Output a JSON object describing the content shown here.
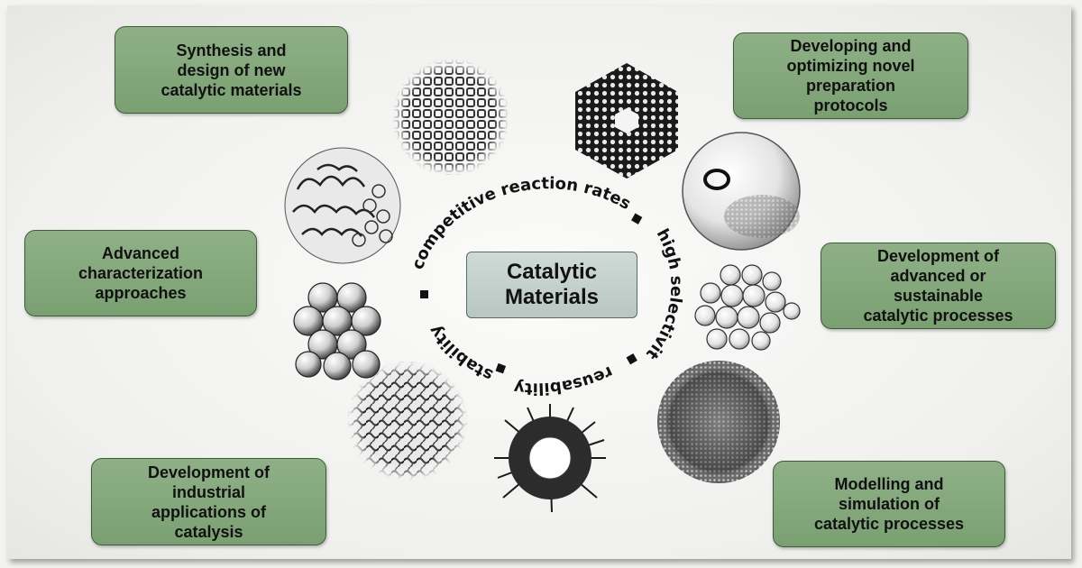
{
  "center": {
    "label": "Catalytic\nMaterials"
  },
  "ring": {
    "segments": [
      "competitive reaction rates",
      "high selectivity",
      "reusability",
      "stability"
    ]
  },
  "boxes": {
    "synthesis": "Synthesis and\ndesign of new\ncatalytic materials",
    "protocols": "Developing and\noptimizing novel\npreparation\nprotocols",
    "characterization": "Advanced\ncharacterization\napproaches",
    "processes": "Development of\nadvanced or\nsustainable\ncatalytic processes",
    "industrial": "Development of\nindustrial\napplications of\ncatalysis",
    "modelling": "Modelling and\nsimulation of\ncatalytic processes"
  },
  "colors": {
    "box_fill": "#86a87e",
    "box_border": "#3f5c3a",
    "center_fill": "#c3d0cb",
    "ring_text": "#111111"
  },
  "material_icons": [
    "mesh-lattice-icon",
    "hexagonal-porous-sphere-icon",
    "glossy-sphere-icon",
    "particle-cluster-icon",
    "spiky-nanoparticle-icon",
    "textured-sphere-icon",
    "stacked-spheres-icon",
    "wrinkled-cluster-icon",
    "tangled-fiber-sphere-icon",
    "dotted-sphere-icon"
  ]
}
